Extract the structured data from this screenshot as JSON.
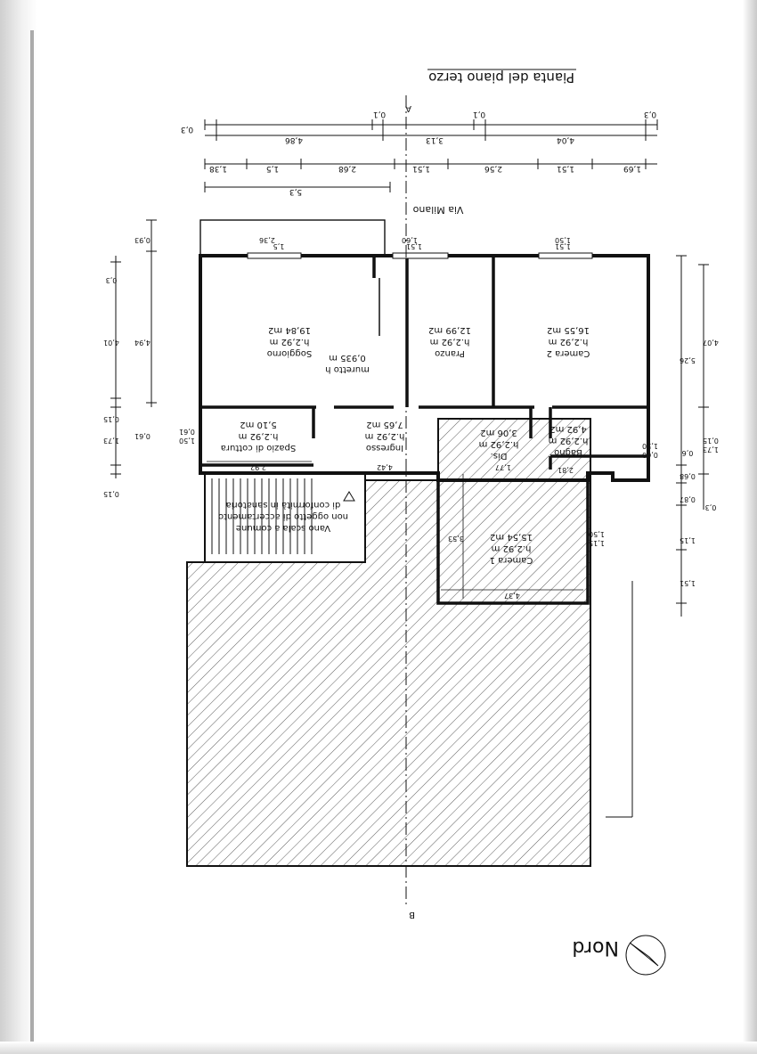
{
  "title": "Pianta del piano terzo",
  "street": "Via Milano",
  "north_label": "Nord",
  "section_label_top": "A",
  "section_label_bottom": "B",
  "rooms": {
    "soggiorno": {
      "name": "Soggiorno",
      "height": "h.2,92 m",
      "area": "19,84 m2"
    },
    "muretto": {
      "name": "muretto h",
      "height": "0,935 m"
    },
    "pranzo": {
      "name": "Pranzo",
      "height": "h.2,92 m",
      "area": "12,99 m2"
    },
    "camera2": {
      "name": "Camera 2",
      "height": "h.2,92 m",
      "area": "16,55 m2"
    },
    "spazio_cottura": {
      "name": "Spazio di cottura",
      "height": "h.2,92 m",
      "area": "5,10 m2"
    },
    "ingresso": {
      "name": "Ingresso",
      "height": "h.2,92 m",
      "area": "7,65 m2"
    },
    "dis": {
      "name": "Dis.",
      "height": "h.2,92 m",
      "area": "3,06 m2"
    },
    "bagno": {
      "name": "Bagno",
      "height": "h.2,92 m",
      "area": "4,92 m2"
    },
    "camera1": {
      "name": "Camera 1",
      "height": "h.2,92 m",
      "area": "15,54 m2"
    },
    "vano_scala": {
      "line1": "Vano scala a comune",
      "line2": "non oggetto di accertamento",
      "line3": "di conformità in sanatoria"
    }
  },
  "dimensions": {
    "top_row1": [
      "0,3",
      "0,1",
      "0,1",
      "0,3"
    ],
    "top_row2": [
      "4,86",
      "3,13",
      "4,04"
    ],
    "top_row3": [
      "1,38",
      "1,5",
      "2,68",
      "1,51",
      "2,56",
      "1,51",
      "1,69"
    ],
    "top_row4": [
      "5,3"
    ],
    "windows": [
      "1,5",
      "2,36",
      "1,51",
      "1,60",
      "1,51",
      "1,50"
    ],
    "left_outer": [
      "0,3",
      "4,01",
      "0,15",
      "1,73",
      "0,15"
    ],
    "left_inner": [
      "0,93",
      "4,94",
      "0,61"
    ],
    "left_small": [
      "0,61",
      "1,50"
    ],
    "right_outer": [
      "4,07",
      "0,15",
      "1,73",
      "0,3"
    ],
    "right_inner": [
      "5,26",
      "0,6",
      "0,68",
      "0,87",
      "1,15",
      "1,51"
    ],
    "right_small": [
      "1,50",
      "0,60",
      "1,15",
      "1,50"
    ],
    "inner": [
      "2,92",
      "4,42",
      "1,77",
      "2,81",
      "3,53",
      "4,37"
    ]
  }
}
